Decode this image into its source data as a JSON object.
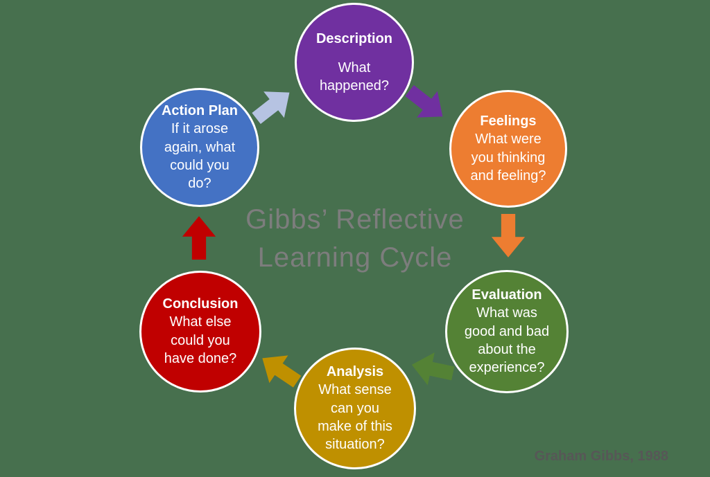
{
  "background_color": "#47704E",
  "center_title": {
    "line1": "Gibbs’ Reflective",
    "line2": "Learning Cycle",
    "color": "#7D7D7D"
  },
  "attribution": {
    "text": "Graham Gibbs, 1988",
    "color": "#575757"
  },
  "stages": [
    {
      "id": "description",
      "label": "Description",
      "question": "What\nhappened?",
      "color": "#7030A0"
    },
    {
      "id": "feelings",
      "label": "Feelings",
      "question": "What were\nyou thinking\nand feeling?",
      "color": "#ED7D31"
    },
    {
      "id": "evaluation",
      "label": "Evaluation",
      "question": "What was\ngood and bad\nabout the\nexperience?",
      "color": "#548235"
    },
    {
      "id": "analysis",
      "label": "Analysis",
      "question": "What sense\ncan you\nmake of this\nsituation?",
      "color": "#BF9000"
    },
    {
      "id": "conclusion",
      "label": "Conclusion",
      "question": "What else\ncould you\nhave done?",
      "color": "#C00000"
    },
    {
      "id": "action_plan",
      "label": "Action Plan",
      "question": "If it arose\nagain, what\ncould you\ndo?",
      "color": "#4472C4"
    }
  ],
  "arrows": [
    {
      "id": "description-to-feelings",
      "color": "#7030A0"
    },
    {
      "id": "feelings-to-evaluation",
      "color": "#ED7D31"
    },
    {
      "id": "evaluation-to-analysis",
      "color": "#548235"
    },
    {
      "id": "analysis-to-conclusion",
      "color": "#BF9000"
    },
    {
      "id": "conclusion-to-action-plan",
      "color": "#C00000"
    },
    {
      "id": "action-plan-to-description",
      "color": "#B6C3E2"
    }
  ]
}
